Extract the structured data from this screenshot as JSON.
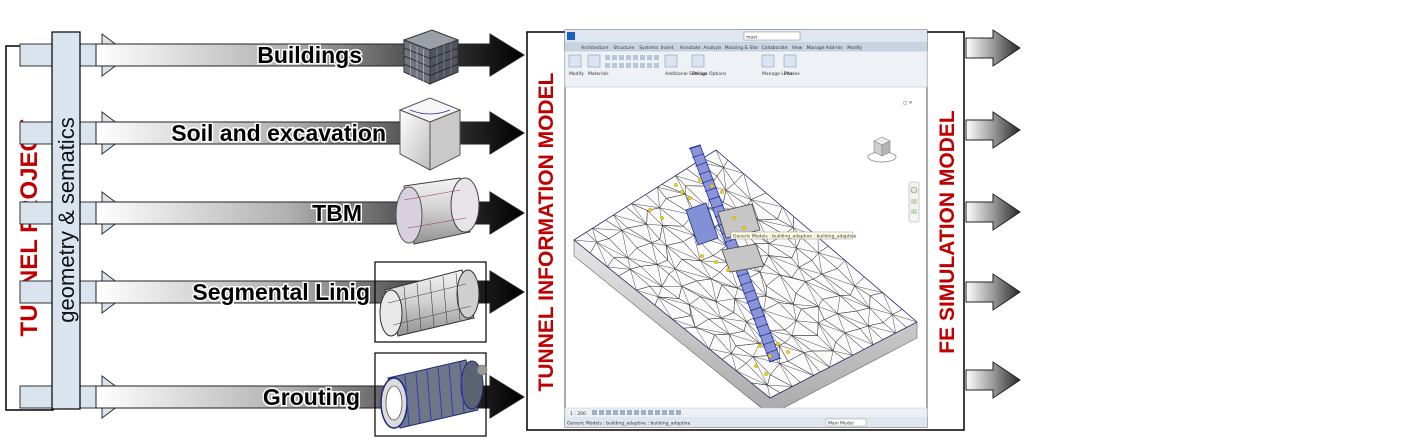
{
  "project_label": "TUNNEL PROJECT",
  "geometry_label": "geometry & sematics",
  "inputs": [
    {
      "label": "Buildings",
      "icon": "building-model-icon"
    },
    {
      "label": "Soil and excavation",
      "icon": "soil-cube-icon"
    },
    {
      "label": "TBM",
      "icon": "tbm-cylinder-icon"
    },
    {
      "label": "Segmental Linig",
      "icon": "segmental-lining-icon"
    },
    {
      "label": "Grouting",
      "icon": "grouting-ring-icon"
    }
  ],
  "tim_label": "TUNNEL INFORMATION  MODEL",
  "fe_label": "FE SIMULATION MODEL",
  "screenshot": {
    "ribbon_tabs": [
      "Architecture",
      "Structure",
      "Systems",
      "Insert",
      "Annotate",
      "Analyze",
      "Massing & Site",
      "Collaborate",
      "View",
      "Manage",
      "Add-Ins",
      "Modify"
    ],
    "ribbon_buttons": [
      "Modify",
      "Materials",
      "Additional Settings",
      "Design Options",
      "Manage Links",
      "Phases"
    ],
    "search_text": "mast",
    "scale": "1 : 200",
    "status_text": "Generic Models : building_adaptive : building_adaptive",
    "tooltip": "Generic Models : building_adaptive : building_adaptive",
    "main_model": "Main Model"
  },
  "colors": {
    "accent_red": "#c00000",
    "arrow_dark": "#111111",
    "arrow_light": "#d9e4ee",
    "tunnel_blue": "#2233aa",
    "lining_blue": "#3344cc"
  }
}
